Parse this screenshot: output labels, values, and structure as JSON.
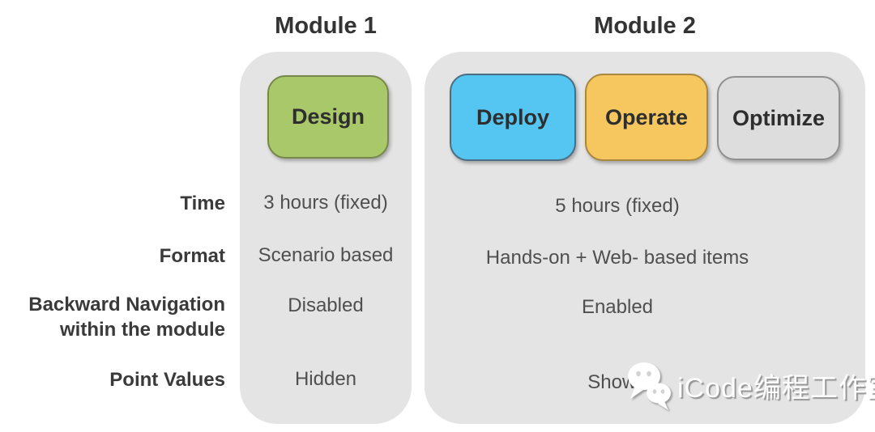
{
  "modules": [
    {
      "title": "Module 1",
      "chips": [
        {
          "label": "Design",
          "fill": "#a9c869",
          "border": "#76884b"
        }
      ],
      "values": [
        "3 hours (fixed)",
        "Scenario based",
        "Disabled",
        "Hidden"
      ]
    },
    {
      "title": "Module 2",
      "chips": [
        {
          "label": "Deploy",
          "fill": "#55c6f1",
          "border": "#4b6d83"
        },
        {
          "label": "Operate",
          "fill": "#f6c75f",
          "border": "#a8873e"
        },
        {
          "label": "Optimize",
          "fill": "#dddddd",
          "border": "#919191"
        }
      ],
      "values": [
        "5 hours (fixed)",
        "Hands-on + Web- based items",
        "Enabled",
        "Shown"
      ]
    }
  ],
  "rows": [
    {
      "label": "Time"
    },
    {
      "label": "Format"
    },
    {
      "label": "Backward Navigation",
      "label2": "within the module"
    },
    {
      "label": "Point Values"
    }
  ],
  "watermark": {
    "icon": "wechat-icon",
    "text": "iCode编程工作室"
  },
  "colors": {
    "panel": "#e4e4e5",
    "label_text": "#3a3a3a",
    "value_text": "#4f4f4f"
  }
}
